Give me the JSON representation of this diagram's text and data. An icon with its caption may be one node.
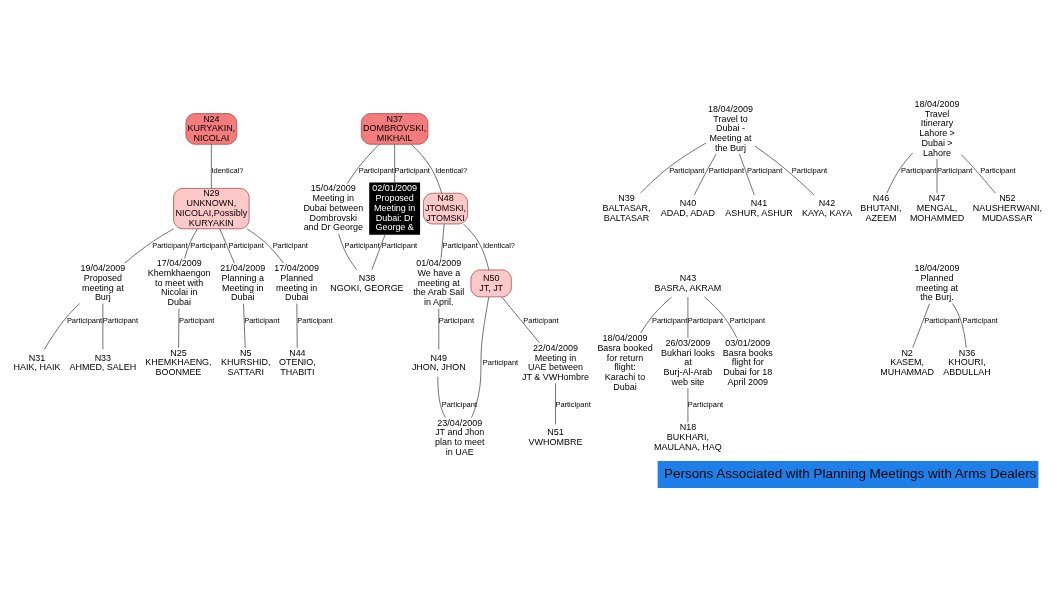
{
  "diagram": {
    "title": "Persons Associated with Planning Meetings with Arms Dealers",
    "nodes": [
      {
        "text": [
          "N24",
          "KURYAKIN, NICOLAI"
        ]
      },
      {
        "text": [
          "N37",
          "DOMBROVSKI, MIKHAIL"
        ]
      },
      {
        "text": [
          "18/04/2009",
          "Travel to Dubai - Meeting at the Burj"
        ]
      },
      {
        "text": [
          "N43",
          "BASRA, AKRAM"
        ]
      },
      {
        "text": [
          "N29",
          "UNKNOWN, NICOLAI,Possibly KURYAKIN"
        ]
      },
      {
        "text": [
          "15/04/2009",
          "Meeting in Dubai between Dombrovski and Dr George"
        ]
      },
      {
        "text": [
          "02/01/2009",
          "Proposed Meeting in Dubai: Dr George &"
        ]
      },
      {
        "text": [
          "N48",
          "JTOMSKI, JTOMSKI"
        ]
      },
      {
        "text": [
          "N39",
          "BALTASAR, BALTASAR"
        ]
      },
      {
        "text": [
          "N40",
          "ADAD, ADAD"
        ]
      },
      {
        "text": [
          "N41",
          "ASHUR, ASHUR"
        ]
      },
      {
        "text": [
          "N42",
          "KAYA, KAYA"
        ]
      },
      {
        "text": [
          "18/04/2009",
          "Basra booked for return flight: Karachi to Dubai"
        ]
      },
      {
        "text": [
          "26/03/2009",
          "Bukhari looks at Burj-Al-Arab web site"
        ]
      },
      {
        "text": [
          "03/01/2009",
          "Basra books flight for Dubai for 18 April 2009"
        ]
      },
      {
        "text": [
          "18/04/2009",
          "Travel Itinerary Lahore > Dubai > Lahore"
        ]
      },
      {
        "text": [
          "18/04/2009",
          "Planned meeting at the Burj."
        ]
      },
      {
        "text": [
          "19/04/2009",
          "Proposed meeting at Burj"
        ]
      },
      {
        "text": [
          "17/04/2009",
          "Khemkhaengon to meet with Nicolai in Dubai"
        ]
      },
      {
        "text": [
          "21/04/2009",
          "Planning a Meeting in Dubai"
        ]
      },
      {
        "text": [
          "17/04/2009",
          "Planned meeting in Dubai"
        ]
      },
      {
        "text": [
          "N38",
          "NGOKI, GEORGE"
        ]
      },
      {
        "text": [
          "01/04/2009",
          "We have a meeting at the Arab Sail in April."
        ]
      },
      {
        "text": [
          "N50",
          "JT, JT"
        ]
      },
      {
        "text": [
          "N18",
          "BUKHARI, MAULANA, HAQ"
        ]
      },
      {
        "text": [
          "N46",
          "BHUTANI, AZEEM"
        ]
      },
      {
        "text": [
          "N47",
          "MENGAL, MOHAMMED"
        ]
      },
      {
        "text": [
          "N52",
          "NAUSHERWANI, MUDASSAR"
        ]
      },
      {
        "text": [
          "N2",
          "KASEM, MUHAMMAD"
        ]
      },
      {
        "text": [
          "N36",
          "KHOURI, ABDULLAH"
        ]
      },
      {
        "text": [
          "N31",
          "HAIK, HAIK"
        ]
      },
      {
        "text": [
          "N33",
          "AHMED, SALEH"
        ]
      },
      {
        "text": [
          "N25",
          "KHEMKHAENG, BOONMEE"
        ]
      },
      {
        "text": [
          "N5",
          "KHURSHID, SATTARI"
        ]
      },
      {
        "text": [
          "N44",
          "OTENIO, THABITI"
        ]
      },
      {
        "text": [
          "N49",
          "JHON, JHON"
        ]
      },
      {
        "text": [
          "23/04/2009",
          "JT and Jhon plan to meet in UAE"
        ]
      },
      {
        "text": [
          "22/04/2009",
          "Meeting in UAE between JT & VWHombre"
        ]
      },
      {
        "text": [
          "N51",
          "VWHOMBRE"
        ]
      }
    ],
    "edges": [
      {
        "from": 0,
        "to": 4,
        "arrow": "none",
        "label": "Identical?"
      },
      {
        "from": 1,
        "to": 5,
        "arrow": "none",
        "label": "Participant"
      },
      {
        "from": 1,
        "to": 6,
        "arrow": "none",
        "label": "Participant"
      },
      {
        "from": 1,
        "to": 7,
        "arrow": "none",
        "label": "Identical?"
      },
      {
        "from": 2,
        "to": 8,
        "arrow": "none",
        "label": "Participant"
      },
      {
        "from": 2,
        "to": 9,
        "arrow": "none",
        "label": "Participant"
      },
      {
        "from": 2,
        "to": 10,
        "arrow": "none",
        "label": "Participant"
      },
      {
        "from": 2,
        "to": 11,
        "arrow": "none",
        "label": "Participant"
      },
      {
        "from": 3,
        "to": 12,
        "arrow": "none",
        "label": "Participant"
      },
      {
        "from": 3,
        "to": 13,
        "arrow": "none",
        "label": "Participant"
      },
      {
        "from": 3,
        "to": 14,
        "arrow": "none",
        "label": "Participant"
      },
      {
        "from": 4,
        "to": 17,
        "arrow": "none",
        "label": "Participant"
      },
      {
        "from": 4,
        "to": 18,
        "arrow": "none",
        "label": "Participant"
      },
      {
        "from": 4,
        "to": 19,
        "arrow": "none",
        "label": "Participant"
      },
      {
        "from": 4,
        "to": 20,
        "arrow": "none",
        "label": "Participant"
      },
      {
        "from": 5,
        "to": 21,
        "arrow": "none",
        "label": "Participant"
      },
      {
        "from": 6,
        "to": 21,
        "arrow": "none",
        "label": "Participant"
      },
      {
        "from": 7,
        "to": 22,
        "arrow": "none",
        "label": "Participant"
      },
      {
        "from": 7,
        "to": 23,
        "arrow": "none",
        "label": "Identical?"
      },
      {
        "from": 13,
        "to": 24,
        "arrow": "none",
        "label": "Participant"
      },
      {
        "from": 15,
        "to": 25,
        "arrow": "none",
        "label": "Participant"
      },
      {
        "from": 15,
        "to": 26,
        "arrow": "none",
        "label": "Participant"
      },
      {
        "from": 15,
        "to": 27,
        "arrow": "none",
        "label": "Participant"
      },
      {
        "from": 16,
        "to": 28,
        "arrow": "none",
        "label": "Participant"
      },
      {
        "from": 16,
        "to": 29,
        "arrow": "none",
        "label": "Participant"
      },
      {
        "from": 17,
        "to": 30,
        "arrow": "none",
        "label": "Participant"
      },
      {
        "from": 17,
        "to": 31,
        "arrow": "none",
        "label": "Participant"
      },
      {
        "from": 18,
        "to": 32,
        "arrow": "none",
        "label": "Participant"
      },
      {
        "from": 19,
        "to": 33,
        "arrow": "none",
        "label": "Participant"
      },
      {
        "from": 20,
        "to": 34,
        "arrow": "none",
        "label": "Participant"
      },
      {
        "from": 22,
        "to": 35,
        "arrow": "none",
        "label": "Participant"
      },
      {
        "from": 23,
        "to": 36,
        "arrow": "none",
        "label": "Participant"
      },
      {
        "from": 23,
        "to": 37,
        "arrow": "none",
        "label": "Participant"
      },
      {
        "from": 35,
        "to": 36,
        "arrow": "none",
        "label": "Participant"
      },
      {
        "from": 37,
        "to": 38,
        "arrow": "none",
        "label": "Participant"
      }
    ]
  }
}
